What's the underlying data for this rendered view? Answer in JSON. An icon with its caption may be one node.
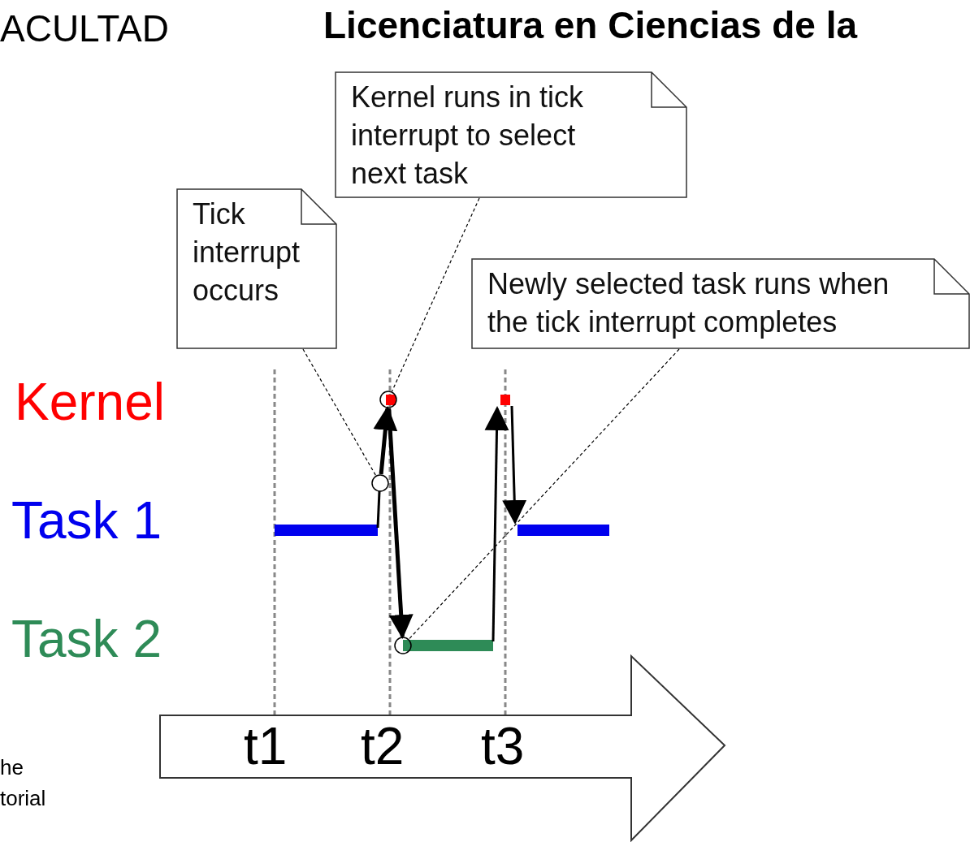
{
  "diagram": {
    "title": "Licenciatura en Ciencias de la",
    "nodes": [
      {
        "text": [
          "Tick interrupt occurs"
        ]
      },
      {
        "text": [
          "Kernel runs in tick interrupt to select next task"
        ]
      },
      {
        "text": [
          "Newly selected task runs when the tick interrupt completes"
        ]
      },
      {
        "text": [],
        "shape": "circle"
      },
      {
        "text": [],
        "shape": "circle"
      },
      {
        "text": [],
        "shape": "circle"
      }
    ],
    "edges": [
      {
        "from": 0,
        "to": 3,
        "arrow": "none",
        "style": "dashed"
      },
      {
        "from": 1,
        "to": 4,
        "arrow": "none",
        "style": "dashed"
      },
      {
        "from": 2,
        "to": 5,
        "arrow": "none",
        "style": "dashed"
      },
      {
        "from": 3,
        "to": 4,
        "arrow": "to",
        "style": "thick"
      },
      {
        "from": 4,
        "to": 5,
        "arrow": "to",
        "style": "thick"
      }
    ],
    "labels": [
      "ACULTAD",
      "Kernel",
      "Task 1",
      "Task 2",
      "t1",
      "t2",
      "t3",
      "he",
      "torial"
    ]
  }
}
